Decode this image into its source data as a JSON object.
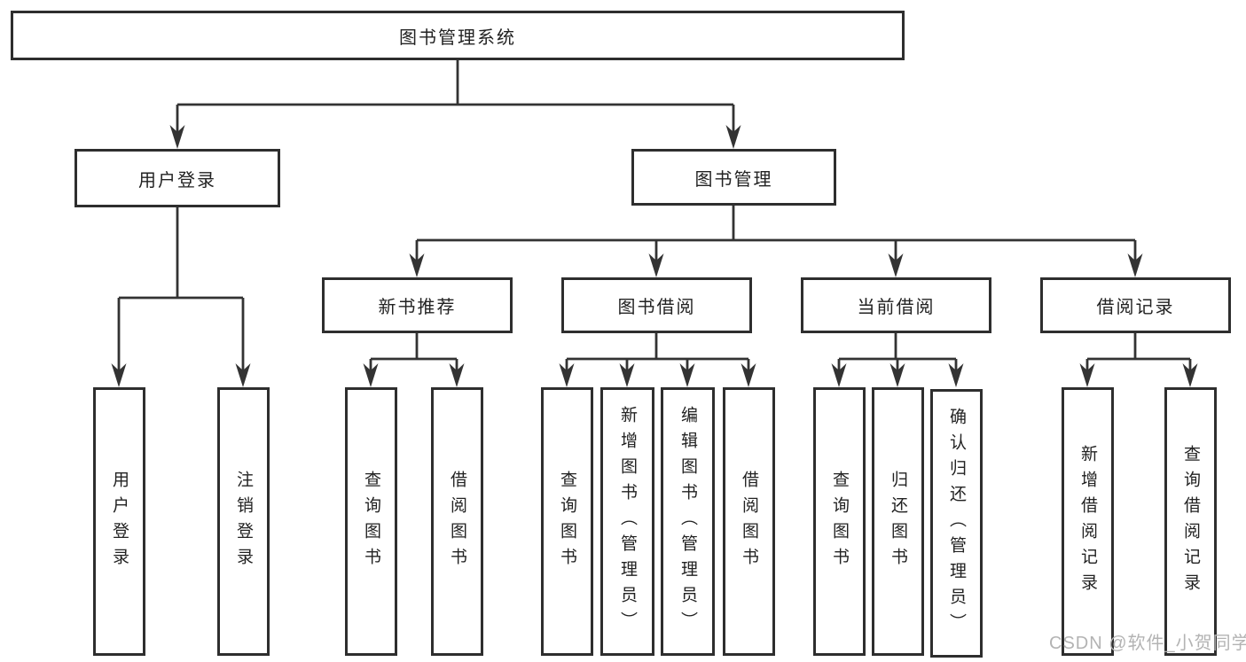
{
  "diagram": {
    "title": "图书管理系统",
    "root": {
      "label": "图书管理系统"
    },
    "level2": [
      {
        "id": "user-login",
        "label": "用户登录"
      },
      {
        "id": "book-management",
        "label": "图书管理"
      }
    ],
    "level3": [
      {
        "id": "new-book-recommend",
        "label": "新书推荐"
      },
      {
        "id": "book-borrowing",
        "label": "图书借阅"
      },
      {
        "id": "current-borrowing",
        "label": "当前借阅"
      },
      {
        "id": "borrowing-records",
        "label": "借阅记录"
      }
    ],
    "level4": [
      {
        "id": "user-login-leaf",
        "label": "用户登录"
      },
      {
        "id": "logout",
        "label": "注销登录"
      },
      {
        "id": "query-books-recommend",
        "label": "查询图书"
      },
      {
        "id": "borrow-books-recommend",
        "label": "借阅图书"
      },
      {
        "id": "query-books-borrowing",
        "label": "查询图书"
      },
      {
        "id": "add-books-admin",
        "label": "新增图书（管理员）"
      },
      {
        "id": "edit-books-admin",
        "label": "编辑图书（管理员）"
      },
      {
        "id": "borrow-books-borrowing",
        "label": "借阅图书"
      },
      {
        "id": "query-books-current",
        "label": "查询图书"
      },
      {
        "id": "return-books",
        "label": "归还图书"
      },
      {
        "id": "confirm-return-admin",
        "label": "确认归还（管理员）"
      },
      {
        "id": "add-borrow-record",
        "label": "新增借阅记录"
      },
      {
        "id": "query-borrow-record",
        "label": "查询借阅记录"
      }
    ]
  },
  "watermark": {
    "text": "CSDN @软件_小贺同学"
  },
  "colors": {
    "line": "#333333",
    "border": "#2e2e2e",
    "text": "#222222",
    "watermark_text": "#b3b3b3",
    "background": "#ffffff"
  }
}
